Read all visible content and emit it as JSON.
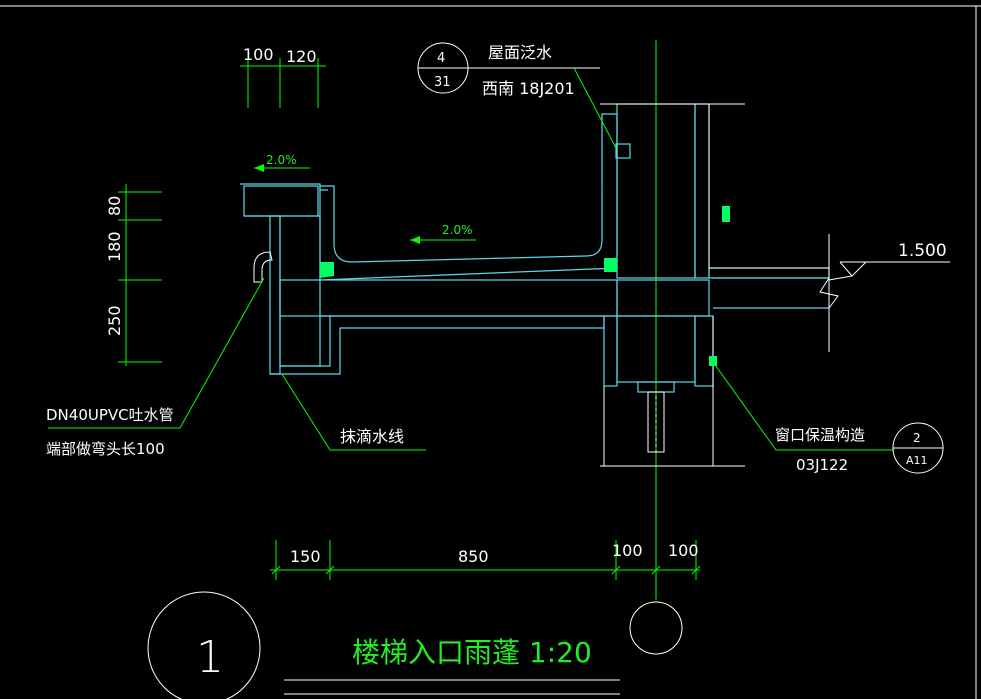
{
  "drawing": {
    "top_dims": [
      "100",
      "120"
    ],
    "left_dims": [
      "80",
      "180",
      "250"
    ],
    "bottom_dims": [
      "150",
      "850",
      "100",
      "100"
    ],
    "slope_top": "2.0%",
    "slope_mid": "2.0%",
    "ref_flashing": {
      "number": "4",
      "sheet": "31",
      "title": "屋面泛水",
      "atlas": "西南 18J201"
    },
    "ref_window": {
      "number": "2",
      "sheet": "A11",
      "title": "窗口保温构造",
      "atlas": "03J122"
    },
    "elevation": "1.500",
    "note_pipe_line1": "DN40UPVC吐水管",
    "note_pipe_line2": "端部做弯头长100",
    "note_drip": "抹滴水线",
    "detail_number": "1",
    "detail_title": "楼梯入口雨蓬 1:20"
  },
  "colors": {
    "background": "#000000",
    "concrete": "#5fd7e8",
    "dimension": "#00ff00",
    "text": "#ffffff",
    "title": "#22ee22"
  }
}
